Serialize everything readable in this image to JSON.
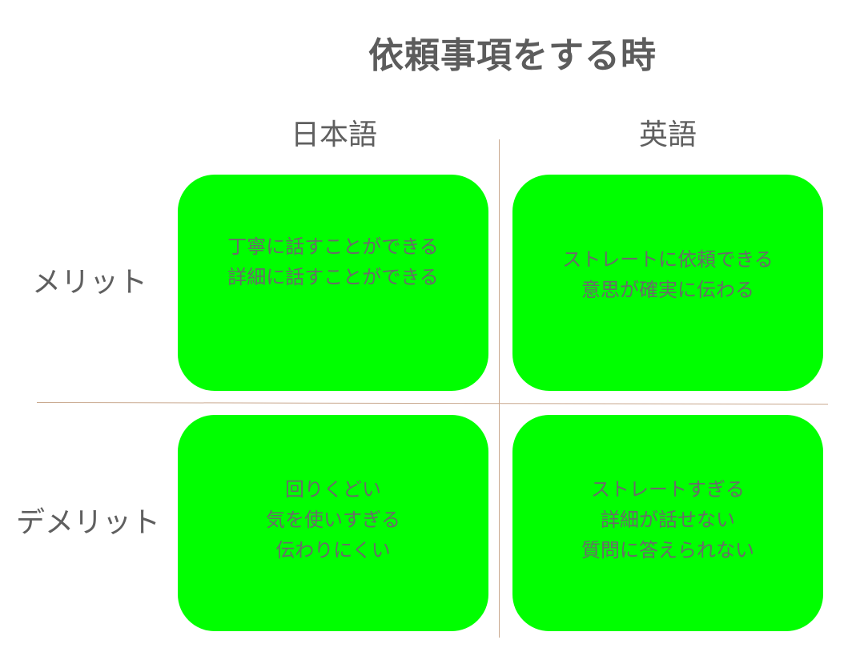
{
  "title": "依頼事項をする時",
  "columns": {
    "japanese": "日本語",
    "english": "英語"
  },
  "rows": {
    "merit": "メリット",
    "demerit": "デメリット"
  },
  "cells": {
    "jp_merit": [
      "丁寧に話すことができる",
      "詳細に話すことができる"
    ],
    "en_merit": [
      "ストレートに依頼できる",
      "意思が確実に伝わる"
    ],
    "jp_demerit": [
      "回りくどい",
      "気を使いすぎる",
      "伝わりにくい"
    ],
    "en_demerit": [
      "ストレートすぎる",
      "詳細が話せない",
      "質問に答えられない"
    ]
  },
  "colors": {
    "cell_fill": "#00ff00",
    "divider": "#c9a98f",
    "text": "#5f5f5f"
  }
}
